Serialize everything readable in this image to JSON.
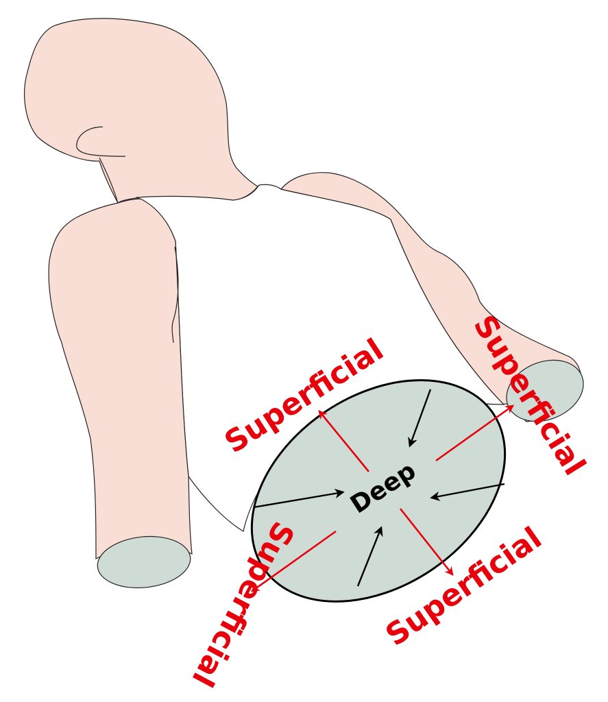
{
  "labels": {
    "deep": "Deep",
    "superficial_upper_left": "Superficial",
    "superficial_right_arm": "Superficial",
    "superficial_lower_right": "Superficial",
    "superficial_left_arm": "Superficial"
  },
  "colors": {
    "skin": "#f9ded6",
    "cross_section": "#cfdcd6",
    "superficial_arrows": "#e8000b",
    "deep_arrows": "#000000",
    "outline": "#222222"
  }
}
